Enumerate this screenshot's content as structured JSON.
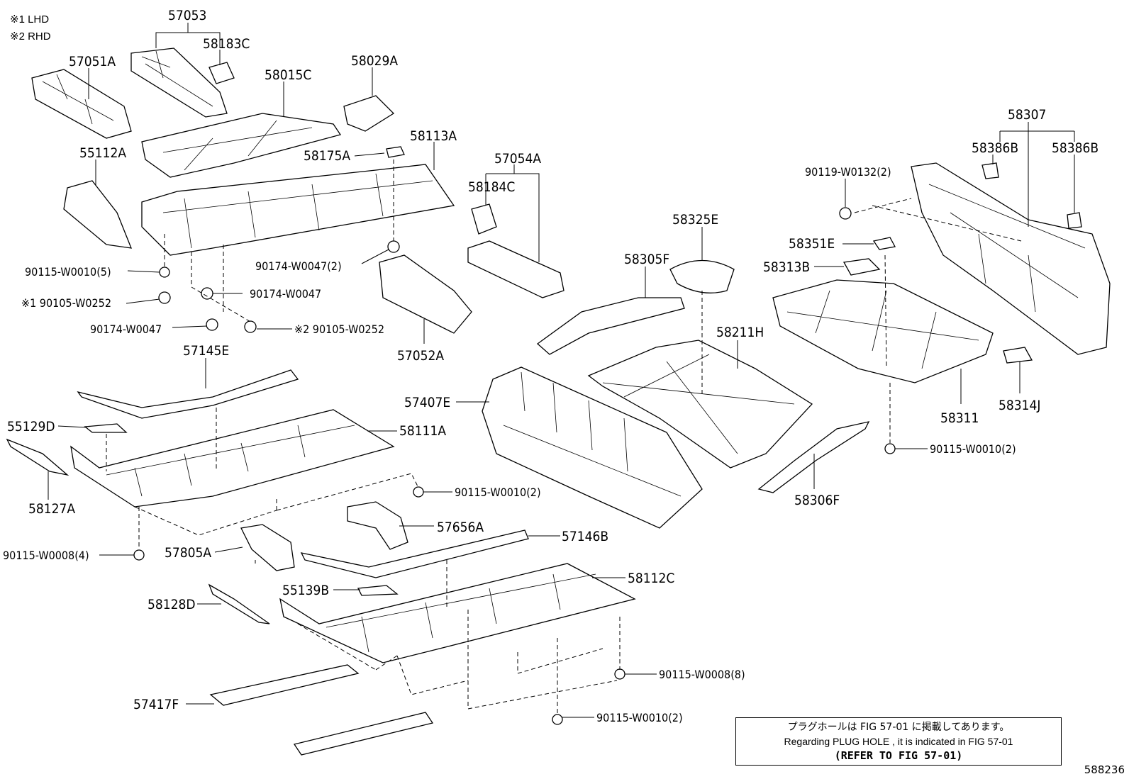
{
  "legend": [
    "※1 LHD",
    "※2 RHD"
  ],
  "parts": [
    "57053",
    "58183C",
    "57051A",
    "58015C",
    "58029A",
    "55112A",
    "58175A",
    "58113A",
    "57054A",
    "58184C",
    "90174-W0047(2)",
    "90115-W0010(5)",
    "※1 90105-W0252",
    "90174-W0047",
    "90174-W0047",
    "※2 90105-W0252",
    "57052A",
    "57145E",
    "55129D",
    "58111A",
    "58127A",
    "90115-W0010(2)",
    "57656A",
    "57146B",
    "57805A",
    "90115-W0008(4)",
    "55139B",
    "58112C",
    "58128D",
    "90115-W0008(8)",
    "57417F",
    "90115-W0010(2)",
    "58307",
    "58386B",
    "58386B",
    "90119-W0132(2)",
    "58325E",
    "58351E",
    "58305F",
    "58313B",
    "58211H",
    "57407E",
    "58311",
    "58314J",
    "90115-W0010(2)",
    "58306F"
  ],
  "note": {
    "jp": "プラグホールは FIG 57-01 に掲載してあります。",
    "en": "Regarding  PLUG  HOLE , it is indicated in  FIG  57-01",
    "ref": "(REFER TO FIG 57-01)"
  },
  "figure_id": "588236"
}
